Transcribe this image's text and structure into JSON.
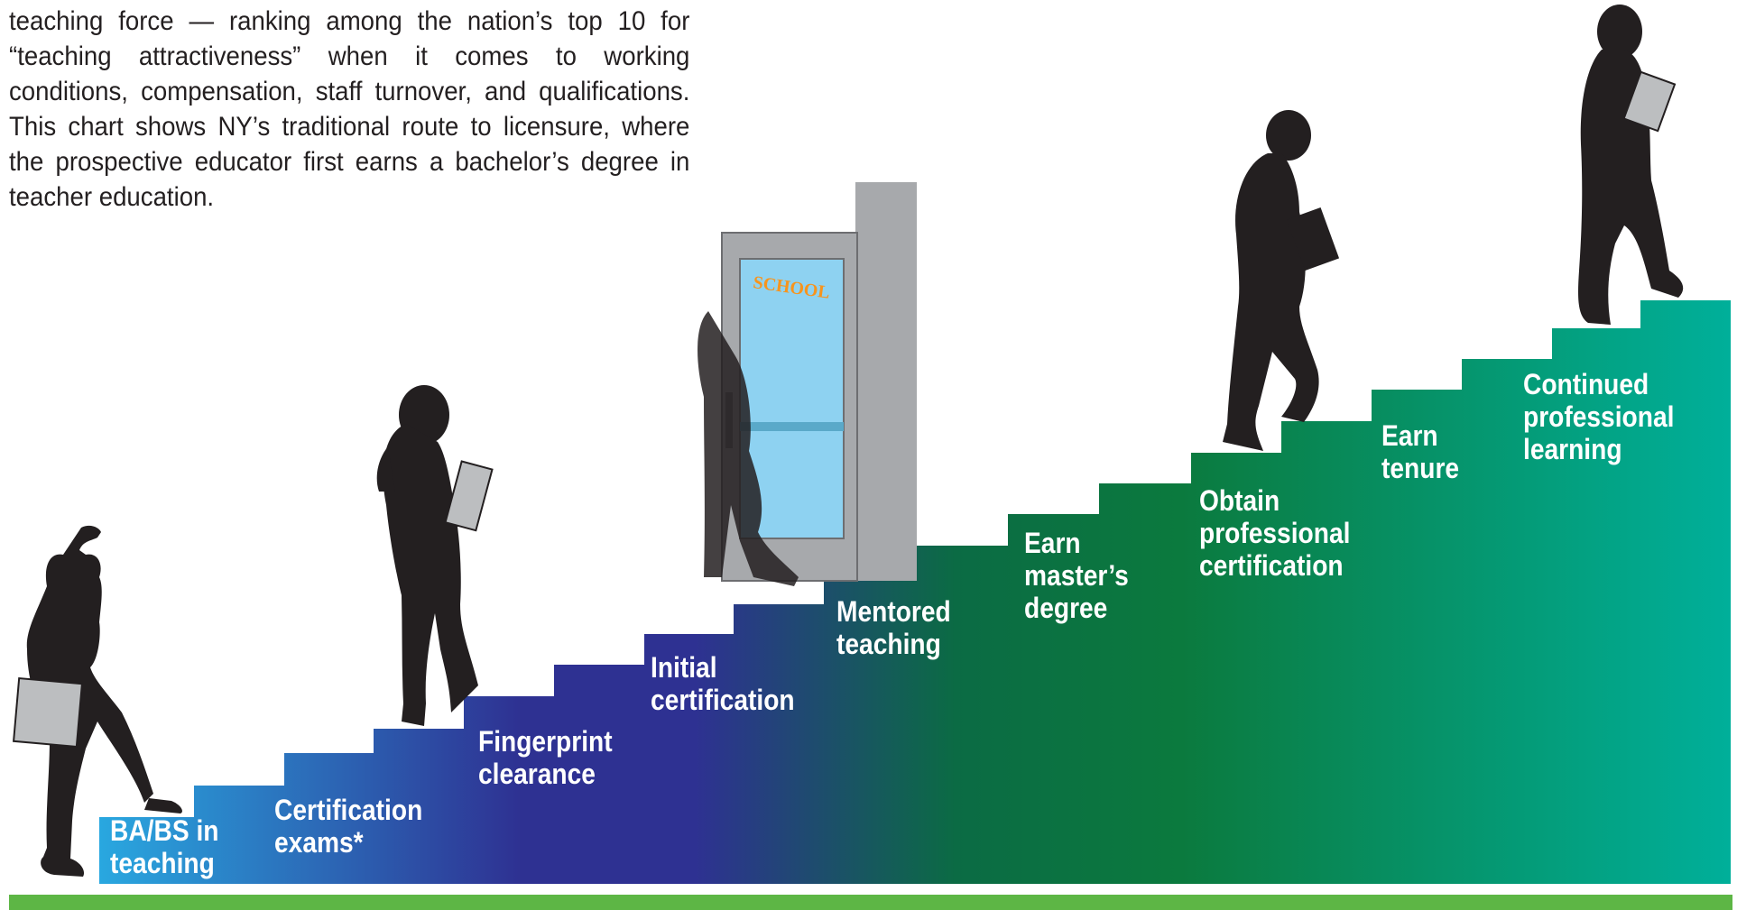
{
  "intro_text": "teaching force — ranking among the nation’s top 10 for “teaching attractiveness” when it comes to working conditions, compensation, staff turnover, and qualifications. This chart shows NY’s traditional route to licensure, where the prospective educator first earns a bachelor’s degree in teacher education.",
  "steps": [
    {
      "line1": "BA/BS in",
      "line2": "teaching",
      "line3": ""
    },
    {
      "line1": "Certification",
      "line2": "exams*",
      "line3": ""
    },
    {
      "line1": "Fingerprint",
      "line2": "clearance",
      "line3": ""
    },
    {
      "line1": "Initial",
      "line2": "certification",
      "line3": ""
    },
    {
      "line1": "Mentored",
      "line2": "teaching",
      "line3": ""
    },
    {
      "line1": "Earn",
      "line2": "master’s",
      "line3": "degree"
    },
    {
      "line1": "Obtain",
      "line2": "professional",
      "line3": "certification"
    },
    {
      "line1": "Earn",
      "line2": "tenure",
      "line3": ""
    },
    {
      "line1": "Continued",
      "line2": "professional",
      "line3": "learning"
    }
  ],
  "door_sign": "SCHOOL",
  "colors": {
    "stair_start": "#29abe2",
    "stair_mid": "#2e3192",
    "stair_green": "#0b7a3e",
    "stair_end": "#00b09b",
    "ground": "#5db645",
    "silhouette": "#231f20",
    "door_glass": "#8ed2f1",
    "door_frame": "#a7a9ac",
    "sign_text": "#f7941d"
  },
  "icons": [
    "student-silhouette-icon",
    "walking-woman-icon",
    "school-door-icon",
    "walking-man-icon",
    "standing-woman-icon"
  ]
}
